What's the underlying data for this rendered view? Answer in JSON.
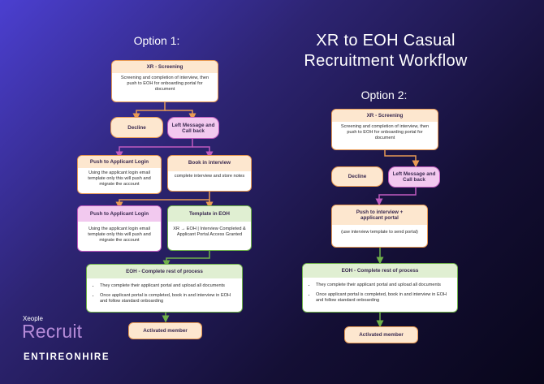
{
  "title_line1": "XR to EOH Casual",
  "title_line2": "Recruitment Workflow",
  "option1": {
    "label": "Option 1:",
    "screening": {
      "title": "XR - Screening",
      "body": "Screening and completion of interview, then push to EOH for onboarding portal for document"
    },
    "decline": "Decline",
    "left_message": "Left Message and Call back",
    "push_login_1": {
      "title": "Push to Applicant Login",
      "body": "Using the applicant login email template only this will push and migrate the account"
    },
    "book_interview": {
      "title": "Book in interview",
      "body": "complete interview and store notes"
    },
    "push_login_2": {
      "title": "Push to Applicant Login",
      "body": "Using the applicant login email template only this will push and migrate the account"
    },
    "template_eoh": {
      "title": "Template in EOH",
      "body": "XR → EOH | Interview Completed & Applicant Portal Access Granted"
    },
    "eoh_complete": {
      "title": "EOH - Complete rest of process",
      "bullets": [
        "They complete their applicant portal and upload all documents",
        "Once applicant portal is completed, book in and interview in EOH and follow standard onboarding"
      ]
    },
    "activated": "Activated member"
  },
  "option2": {
    "label": "Option 2:",
    "screening": {
      "title": "XR - Screening",
      "body": "Screening and completion of interview, then push to EOH for onboarding portal for document"
    },
    "decline": "Decline",
    "left_message": "Left Message and Call back",
    "push_interview": {
      "title": "Push to interview + applicant portal",
      "body": "(use interview template to send portal)"
    },
    "eoh_complete": {
      "title": "EOH - Complete rest of process",
      "bullets": [
        "They complete their applicant portal and upload all documents",
        "Once applicant portal is completed, book in and interview in EOH and follow standard onboarding"
      ]
    },
    "activated": "Activated member"
  },
  "branding": {
    "xeople": "Xeople",
    "recruit": "Recruit",
    "entireonhire": "ENTIREONHIRE"
  },
  "colors": {
    "orange_border": "#e89a54",
    "pink_border": "#c05bbf",
    "green_border": "#6fb14a"
  }
}
